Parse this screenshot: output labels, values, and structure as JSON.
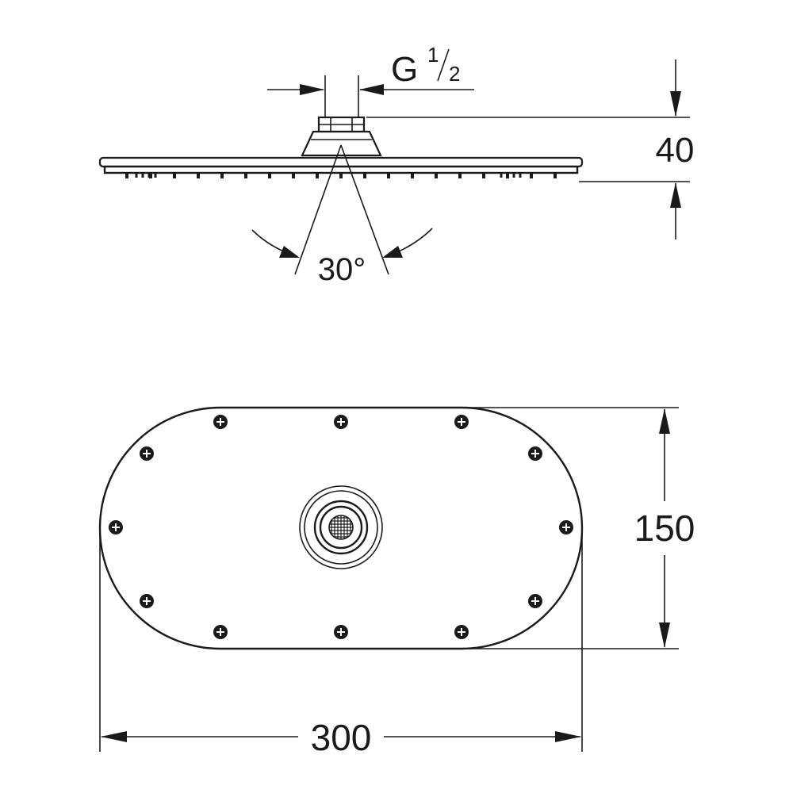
{
  "dimensions": {
    "thread_main": "G",
    "thread_num": "1",
    "thread_den": "2",
    "height": "40",
    "swivel_angle": "30°",
    "depth": "150",
    "width": "300"
  },
  "colors": {
    "line": "#1a1a1a",
    "background": "#ffffff"
  }
}
